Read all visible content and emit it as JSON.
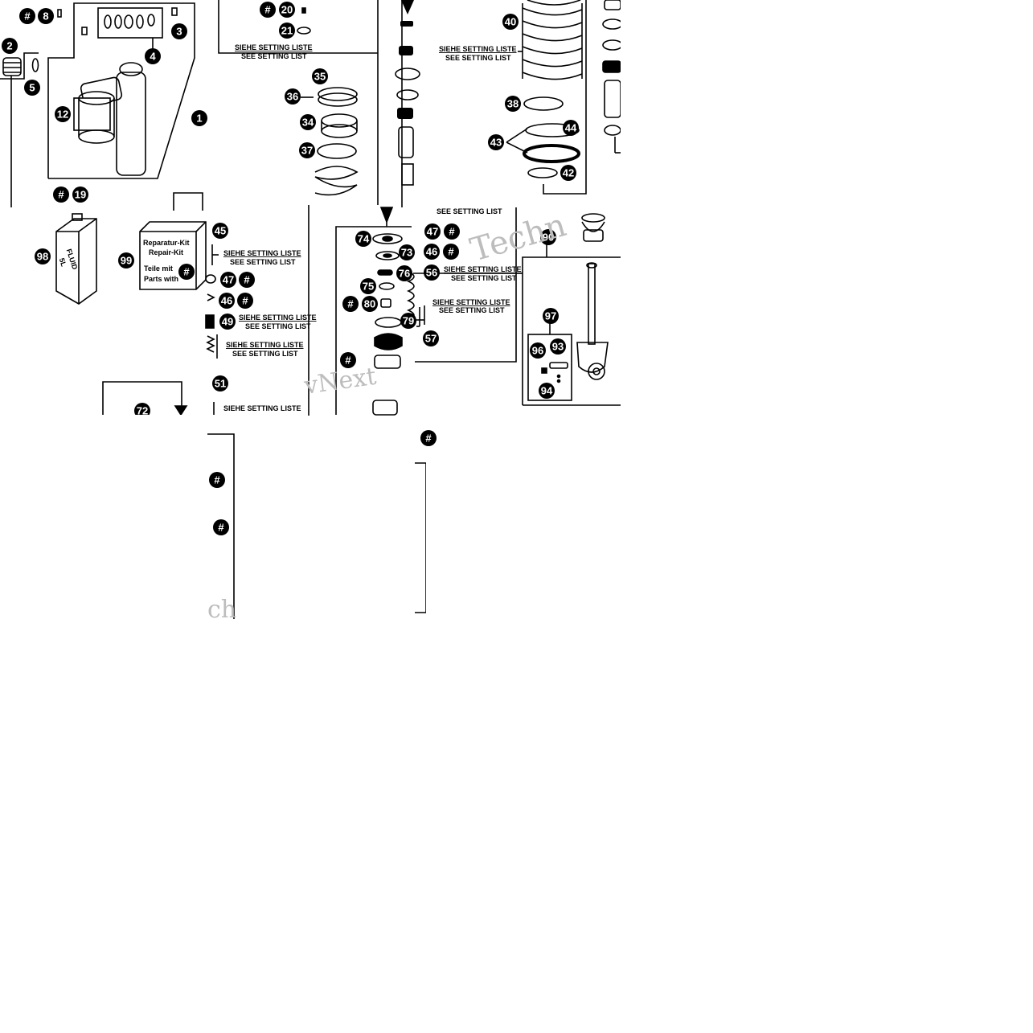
{
  "callouts": {
    "hash": "#",
    "n1": "1",
    "n2": "2",
    "n3": "3",
    "n4": "4",
    "n5": "5",
    "n8": "8",
    "n12": "12",
    "n19": "19",
    "n20": "20",
    "n21": "21",
    "n34": "34",
    "n35": "35",
    "n36": "36",
    "n37": "37",
    "n38": "38",
    "n40": "40",
    "n42": "42",
    "n43": "43",
    "n44": "44",
    "n45": "45",
    "n46": "46",
    "n47": "47",
    "n49": "49",
    "n51": "51",
    "n56": "56",
    "n57": "57",
    "n72": "72",
    "n73": "73",
    "n74": "74",
    "n75": "75",
    "n76": "76",
    "n79": "79",
    "n80": "80",
    "n90": "90",
    "n93": "93",
    "n94": "94",
    "n96": "96",
    "n97": "97",
    "n98": "98",
    "n99": "99"
  },
  "setting_list": {
    "de": "SIEHE SETTING LISTE",
    "en": "SEE SETTING LIST"
  },
  "fluid_can": {
    "line1": "FLUID",
    "line2": "5L"
  },
  "repair_kit": {
    "de": "Reparatur-Kit",
    "en": "Repair-Kit",
    "parts_de": "Teile mit",
    "parts_en": "Parts with"
  },
  "watermarks": {
    "brand_a": "vNext",
    "brand_b": "Techn",
    "brand_c": "ch"
  },
  "colors": {
    "line": "#000000",
    "watermark": "#bdbdbd",
    "background": "#ffffff"
  }
}
